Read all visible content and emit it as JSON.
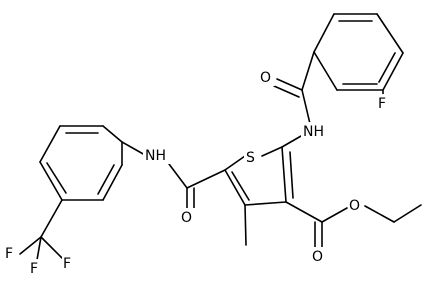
{
  "molecule": {
    "atoms": {
      "F1": "F",
      "O1": "O",
      "N1": "NH",
      "S1": "S",
      "N2": "NH",
      "O2": "O",
      "O3": "O",
      "O4": "O",
      "F2": "F",
      "F3": "F",
      "F4": "F"
    },
    "substituents": {
      "methyl": "methyl"
    }
  }
}
